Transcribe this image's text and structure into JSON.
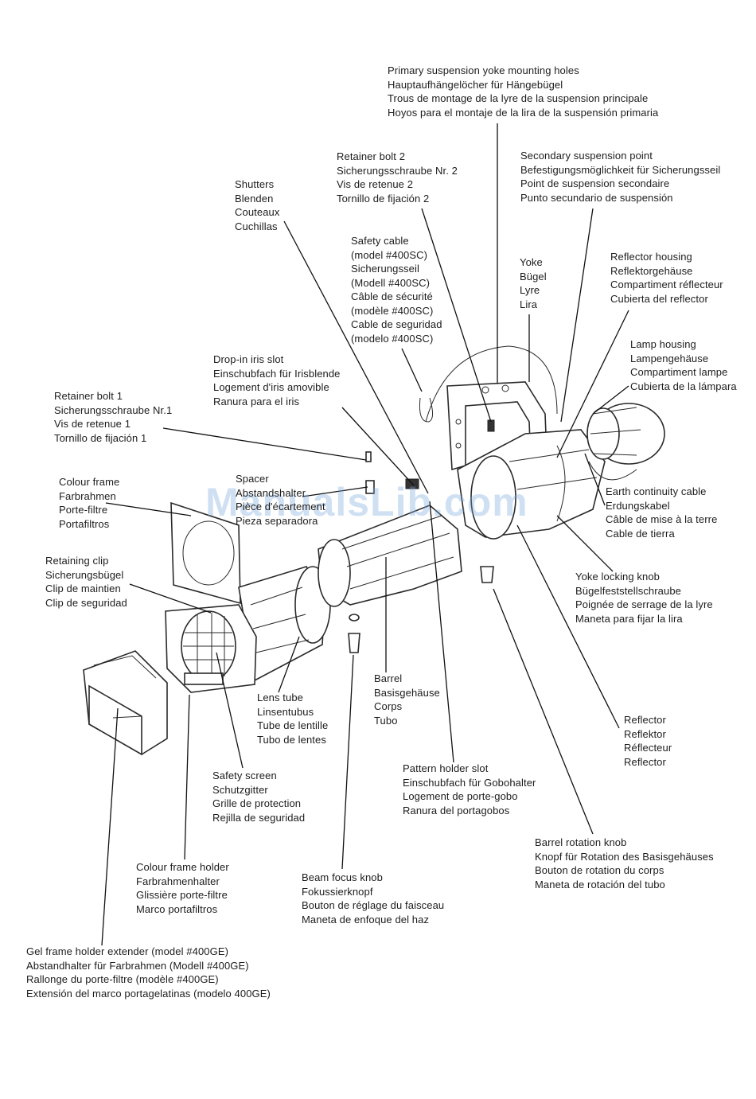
{
  "watermark": "ManualsLib.com",
  "callouts": {
    "primary_yoke_holes": [
      "Primary suspension yoke mounting holes",
      "Hauptaufhängelöcher für Hängebügel",
      "Trous de montage de la lyre de la suspension principale",
      "Hoyos para el montaje de la lira de la suspensión primaria"
    ],
    "retainer_bolt_2": [
      "Retainer bolt 2",
      "Sicherungsschraube Nr. 2",
      "Vis de retenue 2",
      "Tornillo de fijación 2"
    ],
    "secondary_suspension": [
      "Secondary suspension point",
      "Befestigungsmöglichkeit für Sicherungsseil",
      "Point de suspension secondaire",
      "Punto secundario de suspensión"
    ],
    "shutters": [
      "Shutters",
      "Blenden",
      "Couteaux",
      "Cuchillas"
    ],
    "safety_cable": [
      "Safety cable",
      "(model #400SC)",
      "Sicherungsseil",
      "(Modell #400SC)",
      "Câble de sécurité",
      "(modèle #400SC)",
      "Cable de seguridad",
      "(modelo #400SC)"
    ],
    "yoke": [
      "Yoke",
      "Bügel",
      "Lyre",
      "Lira"
    ],
    "reflector_housing": [
      "Reflector housing",
      "Reflektorgehäuse",
      "Compartiment réflecteur",
      "Cubierta del reflector"
    ],
    "lamp_housing": [
      "Lamp housing",
      "Lampengehäuse",
      "Compartiment lampe",
      "Cubierta de la lámpara"
    ],
    "drop_in_iris": [
      "Drop-in iris slot",
      "Einschubfach für Irisblende",
      "Logement d'iris amovible",
      "Ranura para el iris"
    ],
    "retainer_bolt_1": [
      "Retainer bolt 1",
      "Sicherungsschraube Nr.1",
      "Vis de retenue 1",
      "Tornillo de fijación 1"
    ],
    "colour_frame": [
      "Colour frame",
      "Farbrahmen",
      "Porte-filtre",
      "Portafiltros"
    ],
    "spacer": [
      "Spacer",
      "Abstandshalter",
      "Pièce d'écartement",
      "Pieza separadora"
    ],
    "earth_cable": [
      "Earth continuity cable",
      "Erdungskabel",
      "Câble de mise à la terre",
      "Cable de tierra"
    ],
    "retaining_clip": [
      "Retaining clip",
      "Sicherungsbügel",
      "Clip de maintien",
      "Clip de seguridad"
    ],
    "yoke_locking_knob": [
      "Yoke locking knob",
      "Bügelfeststellschraube",
      "Poignée de serrage de la lyre",
      "Maneta para fijar la lira"
    ],
    "barrel": [
      "Barrel",
      "Basisgehäuse",
      "Corps",
      "Tubo"
    ],
    "lens_tube": [
      "Lens tube",
      "Linsentubus",
      "Tube de lentille",
      "Tubo de lentes"
    ],
    "reflector": [
      "Reflector",
      "Reflektor",
      "Réflecteur",
      "Reflector"
    ],
    "pattern_holder": [
      "Pattern holder slot",
      "Einschubfach für Gobohalter",
      "Logement de porte-gobo",
      "Ranura del portagobos"
    ],
    "safety_screen": [
      "Safety screen",
      "Schutzgitter",
      "Grille de protection",
      "Rejilla de seguridad"
    ],
    "barrel_rotation": [
      "Barrel rotation knob",
      "Knopf für Rotation des Basisgehäuses",
      "Bouton de rotation du corps",
      "Maneta de rotación del tubo"
    ],
    "colour_frame_holder": [
      "Colour frame holder",
      "Farbrahmenhalter",
      "Glissière porte-filtre",
      "Marco portafiltros"
    ],
    "beam_focus": [
      "Beam focus knob",
      "Fokussierknopf",
      "Bouton de réglage du faisceau",
      "Maneta de enfoque del haz"
    ],
    "gel_extender": [
      "Gel frame holder extender (model #400GE)",
      "Abstandhalter für Farbrahmen (Modell #400GE)",
      "Rallonge du porte-filtre (modèle #400GE)",
      "Extensión del marco portagelatinas (modelo 400GE)"
    ]
  }
}
